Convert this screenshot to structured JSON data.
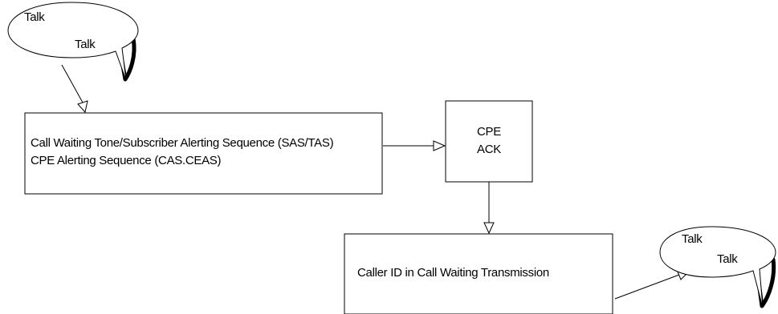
{
  "diagram": {
    "speech_bubble_start": {
      "lines": [
        "Talk",
        "Talk"
      ]
    },
    "alerting_box": {
      "lines": [
        "Call Waiting Tone/Subscriber Alerting Sequence (SAS/TAS)",
        "CPE Alerting Sequence (CAS.CEAS)"
      ]
    },
    "cpe_ack_box": {
      "lines": [
        "CPE",
        "ACK"
      ]
    },
    "caller_id_box": {
      "lines": [
        "Caller ID in Call Waiting Transmission"
      ]
    },
    "speech_bubble_end": {
      "lines": [
        "Talk",
        "Talk"
      ]
    },
    "edges": [
      {
        "from": "speech_bubble_start",
        "to": "alerting_box"
      },
      {
        "from": "alerting_box",
        "to": "cpe_ack_box"
      },
      {
        "from": "cpe_ack_box",
        "to": "caller_id_box"
      },
      {
        "from": "caller_id_box",
        "to": "speech_bubble_end"
      }
    ]
  }
}
